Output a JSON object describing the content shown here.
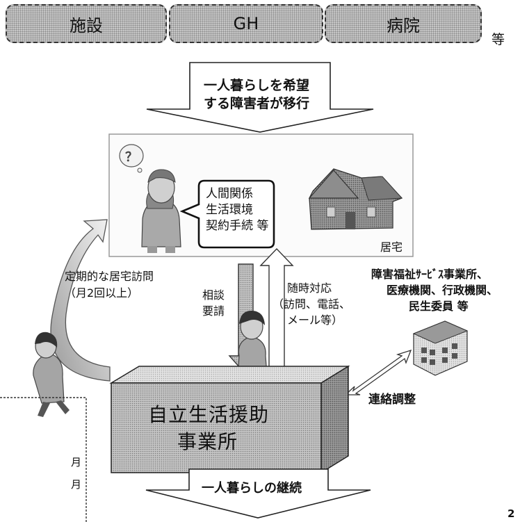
{
  "sources": {
    "items": [
      {
        "label": "施設"
      },
      {
        "label": "GH"
      },
      {
        "label": "病院"
      }
    ],
    "suffix": "等"
  },
  "top_arrow": {
    "line1": "一人暮らしを希望",
    "line2": "する障害者が移行"
  },
  "home_panel": {
    "speech_lines": [
      "人間関係",
      "生活環境",
      "契約手続 等"
    ],
    "label": "居宅",
    "thought_mark": "？"
  },
  "left_arc": {
    "line1": "定期的な居宅訪問",
    "line2": "（月2回以上）"
  },
  "consult": {
    "line1": "相談",
    "line2": "要請"
  },
  "anytime": {
    "line1": "随時対応",
    "line2": "（訪問、電話、",
    "line3": "メール等）"
  },
  "services": {
    "line1": "障害福祉ｻｰﾋﾞｽ事業所、",
    "line2": "医療機関、行政機関、",
    "line3": "民生委員 等"
  },
  "coordination": "連絡調整",
  "office": {
    "line1": "自立生活援助",
    "line2": "事業所"
  },
  "left_box": {
    "line1": "月",
    "line2": "月"
  },
  "bottom_arrow": {
    "label": "一人暮らしの継続"
  },
  "page_number": "2"
}
